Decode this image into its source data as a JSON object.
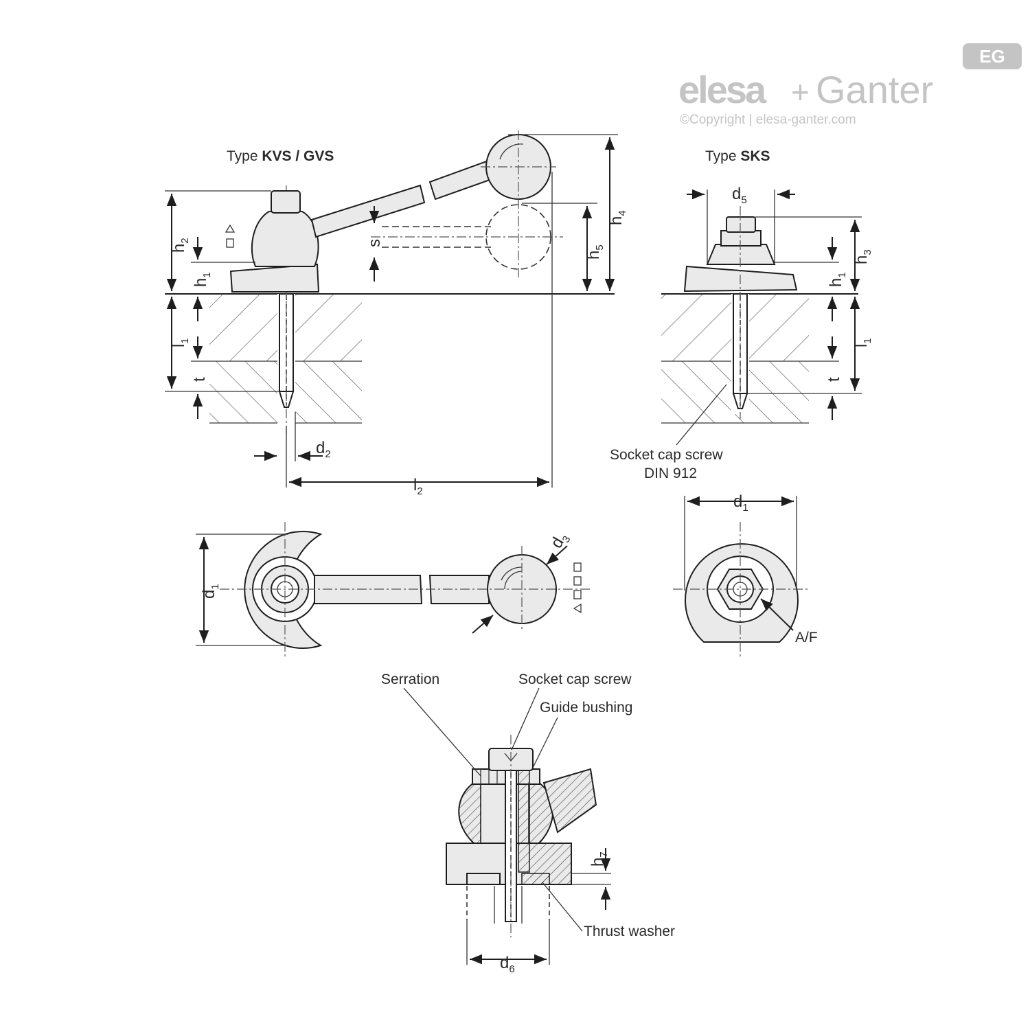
{
  "logo": {
    "brand_left": "elesa",
    "plus": "+",
    "brand_right": "Ganter",
    "badge": "EG",
    "copyright": "©Copyright | elesa-ganter.com"
  },
  "headings": {
    "kvs_prefix": "Type ",
    "kvs_bold": "KVS / GVS",
    "sks_prefix": "Type ",
    "sks_bold": "SKS"
  },
  "callouts": {
    "socket_cap_screw_din": "Socket cap screw",
    "din": "DIN 912",
    "af": "A/F",
    "serration": "Serration",
    "socket_cap_screw": "Socket cap screw",
    "guide_bushing": "Guide bushing",
    "thrust_washer": "Thrust washer"
  },
  "dims": {
    "h": "h",
    "l": "l",
    "d": "d",
    "t": "t",
    "s": "s",
    "sub1": "1",
    "sub2": "2",
    "sub3": "3",
    "sub4": "4",
    "sub5": "5",
    "sub6": "6",
    "sub7": "7"
  },
  "colors": {
    "line": "#1e1e1e",
    "fill": "#eaeaea",
    "logo": "#c4c4c4"
  }
}
